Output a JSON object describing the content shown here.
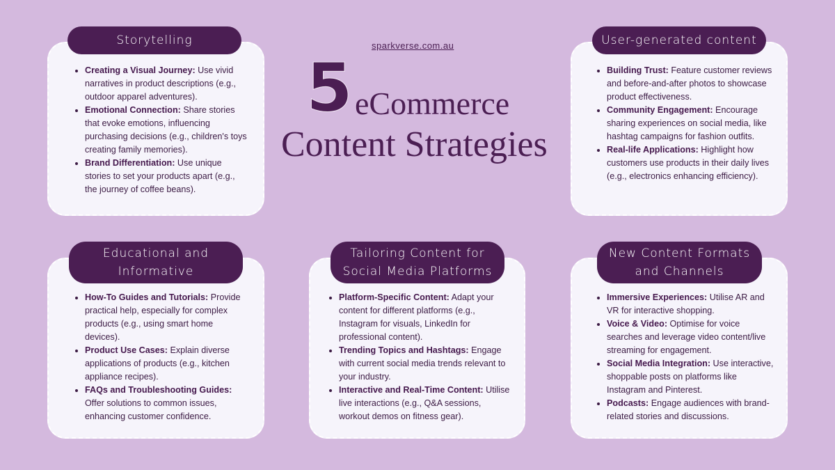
{
  "header": {
    "site": "sparkverse.com.au",
    "number": "5",
    "title_line1": "eCommerce",
    "title_line2": "Content Strategies"
  },
  "sections": [
    {
      "title": [
        "Storytelling"
      ],
      "items": [
        {
          "bold": "Creating a Visual Journey:",
          "text": " Use vivid narratives in product descriptions (e.g., outdoor apparel adventures)."
        },
        {
          "bold": "Emotional Connection:",
          "text": " Share stories that evoke emotions, influencing purchasing decisions (e.g., children's toys creating family memories)."
        },
        {
          "bold": "Brand Differentiation:",
          "text": " Use unique stories to set your products apart (e.g., the journey of coffee beans)."
        }
      ]
    },
    {
      "title": [
        "User-generated content"
      ],
      "items": [
        {
          "bold": "Building Trust:",
          "text": " Feature customer reviews and before-and-after photos to showcase product effectiveness."
        },
        {
          "bold": "Community Engagement:",
          "text": " Encourage sharing experiences on social media, like hashtag campaigns for fashion outfits."
        },
        {
          "bold": "Real-life Applications:",
          "text": " Highlight how customers use products in their daily lives (e.g., electronics enhancing efficiency)."
        }
      ]
    },
    {
      "title": [
        "Educational and",
        "Informative"
      ],
      "items": [
        {
          "bold": "How-To Guides and Tutorials:",
          "text": " Provide practical help, especially for complex products (e.g., using smart home devices)."
        },
        {
          "bold": "Product Use Cases:",
          "text": " Explain diverse applications of products (e.g., kitchen appliance recipes)."
        },
        {
          "bold": "FAQs and Troubleshooting Guides:",
          "text": " Offer solutions to common issues, enhancing customer confidence."
        }
      ]
    },
    {
      "title": [
        "Tailoring Content for",
        "Social Media Platforms"
      ],
      "items": [
        {
          "bold": "Platform-Specific Content:",
          "text": " Adapt your content for different platforms (e.g., Instagram for visuals, LinkedIn for professional content)."
        },
        {
          "bold": "Trending Topics and Hashtags:",
          "text": " Engage with current social media trends relevant to your industry."
        },
        {
          "bold": "Interactive and Real-Time Content:",
          "text": " Utilise live interactions (e.g., Q&A sessions, workout demos on fitness gear)."
        }
      ]
    },
    {
      "title": [
        "New Content Formats",
        "and Channels"
      ],
      "items": [
        {
          "bold": "Immersive Experiences:",
          "text": " Utilise AR and VR for interactive shopping."
        },
        {
          "bold": "Voice & Video:",
          "text": " Optimise for voice searches and leverage video content/live streaming for engagement."
        },
        {
          "bold": "Social Media Integration:",
          "text": " Use interactive, shoppable posts on platforms like Instagram and Pinterest."
        },
        {
          "bold": "Podcasts:",
          "text": " Engage audiences with brand-related stories and discussions."
        }
      ]
    }
  ]
}
